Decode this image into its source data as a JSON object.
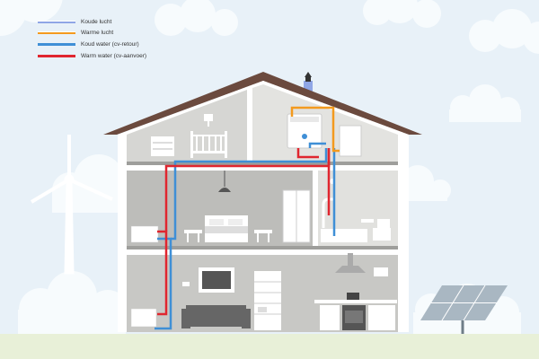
{
  "legend": {
    "items": [
      {
        "label": "Koude lucht",
        "color": "#8fa6e6",
        "double": true
      },
      {
        "label": "Warme lucht",
        "color": "#f39a1e",
        "double": true
      },
      {
        "label": "Koud water (cv-retour)",
        "color": "#3f8fd6",
        "double": false
      },
      {
        "label": "Warm water (cv-aanvoer)",
        "color": "#e0262f",
        "double": false
      }
    ]
  },
  "colors": {
    "sky": "#e8f1f8",
    "cloud": "#f7fbfd",
    "roof": "#6b4a3e",
    "wall": "#ffffff",
    "room_attic": "#d6d6d3",
    "room_attic_right": "#e3e3e0",
    "room_middle": "#bdbdba",
    "room_bath": "#e1e1de",
    "room_ground": "#c8c8c5",
    "floor": "#9e9e9b",
    "ground": "#e8f0d8",
    "hot_pipe": "#e0262f",
    "cold_pipe": "#3f8fd6",
    "warm_air": "#f39a1e",
    "cold_air": "#8fa6e6"
  },
  "icons": [
    "wind-turbine-icon",
    "solar-panel-icon",
    "boiler-icon",
    "radiator-icon",
    "crib-icon",
    "bed-icon",
    "sofa-icon",
    "stove-icon",
    "toilet-icon",
    "bathtub-icon",
    "shower-icon",
    "fridge-icon",
    "bookcase-icon",
    "chimney-icon"
  ]
}
